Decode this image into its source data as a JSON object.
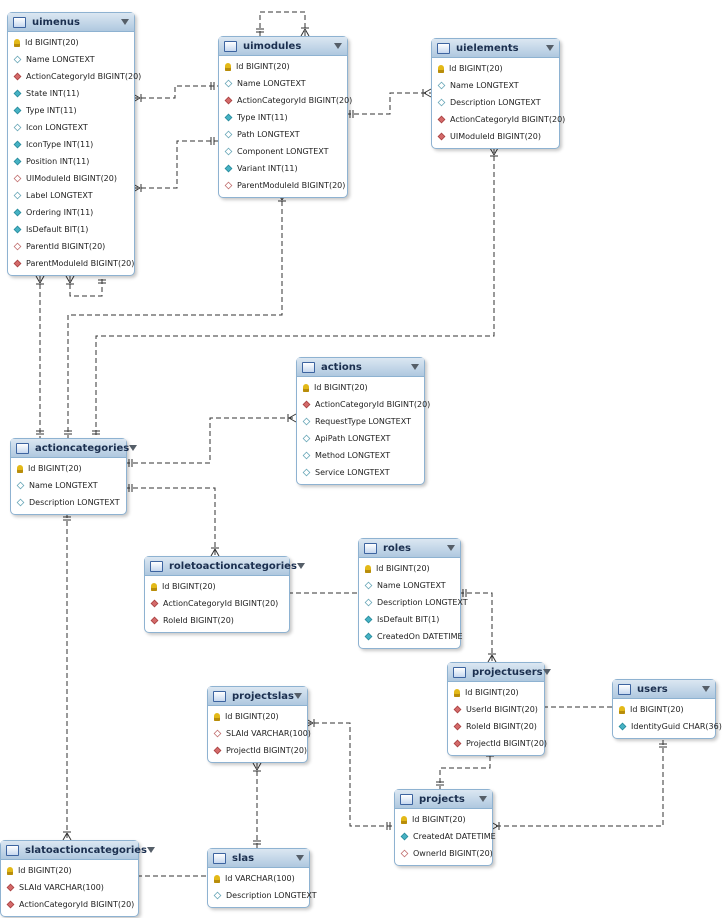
{
  "tables": [
    {
      "id": "uimenus",
      "name": "uimenus",
      "columns": [
        {
          "text": "Id BIGINT(20)",
          "kind": "key"
        },
        {
          "text": "Name LONGTEXT",
          "kind": "null"
        },
        {
          "text": "ActionCategoryId BIGINT(20)",
          "kind": "fk"
        },
        {
          "text": "State INT(11)",
          "kind": "nn"
        },
        {
          "text": "Type INT(11)",
          "kind": "nn"
        },
        {
          "text": "Icon LONGTEXT",
          "kind": "null"
        },
        {
          "text": "IconType INT(11)",
          "kind": "nn"
        },
        {
          "text": "Position INT(11)",
          "kind": "nn"
        },
        {
          "text": "UIModuleId BIGINT(20)",
          "kind": "fknull"
        },
        {
          "text": "Label LONGTEXT",
          "kind": "null"
        },
        {
          "text": "Ordering INT(11)",
          "kind": "nn"
        },
        {
          "text": "IsDefault BIT(1)",
          "kind": "nn"
        },
        {
          "text": "ParentId BIGINT(20)",
          "kind": "fknull"
        },
        {
          "text": "ParentModuleId BIGINT(20)",
          "kind": "fk"
        }
      ]
    },
    {
      "id": "uimodules",
      "name": "uimodules",
      "columns": [
        {
          "text": "Id BIGINT(20)",
          "kind": "key"
        },
        {
          "text": "Name LONGTEXT",
          "kind": "null"
        },
        {
          "text": "ActionCategoryId BIGINT(20)",
          "kind": "fk"
        },
        {
          "text": "Type INT(11)",
          "kind": "nn"
        },
        {
          "text": "Path LONGTEXT",
          "kind": "null"
        },
        {
          "text": "Component LONGTEXT",
          "kind": "null"
        },
        {
          "text": "Variant INT(11)",
          "kind": "nn"
        },
        {
          "text": "ParentModuleId BIGINT(20)",
          "kind": "fknull"
        }
      ]
    },
    {
      "id": "uielements",
      "name": "uielements",
      "columns": [
        {
          "text": "Id BIGINT(20)",
          "kind": "key"
        },
        {
          "text": "Name LONGTEXT",
          "kind": "null"
        },
        {
          "text": "Description LONGTEXT",
          "kind": "null"
        },
        {
          "text": "ActionCategoryId BIGINT(20)",
          "kind": "fk"
        },
        {
          "text": "UIModuleId BIGINT(20)",
          "kind": "fk"
        }
      ]
    },
    {
      "id": "actions",
      "name": "actions",
      "columns": [
        {
          "text": "Id BIGINT(20)",
          "kind": "key"
        },
        {
          "text": "ActionCategoryId BIGINT(20)",
          "kind": "fk"
        },
        {
          "text": "RequestType LONGTEXT",
          "kind": "null"
        },
        {
          "text": "ApiPath LONGTEXT",
          "kind": "null"
        },
        {
          "text": "Method LONGTEXT",
          "kind": "null"
        },
        {
          "text": "Service LONGTEXT",
          "kind": "null"
        }
      ]
    },
    {
      "id": "actioncategories",
      "name": "actioncategories",
      "columns": [
        {
          "text": "Id BIGINT(20)",
          "kind": "key"
        },
        {
          "text": "Name LONGTEXT",
          "kind": "null"
        },
        {
          "text": "Description LONGTEXT",
          "kind": "null"
        }
      ]
    },
    {
      "id": "roletoactioncategories",
      "name": "roletoactioncategories",
      "columns": [
        {
          "text": "Id BIGINT(20)",
          "kind": "key"
        },
        {
          "text": "ActionCategoryId BIGINT(20)",
          "kind": "fk"
        },
        {
          "text": "RoleId BIGINT(20)",
          "kind": "fk"
        }
      ]
    },
    {
      "id": "roles",
      "name": "roles",
      "columns": [
        {
          "text": "Id BIGINT(20)",
          "kind": "key"
        },
        {
          "text": "Name LONGTEXT",
          "kind": "null"
        },
        {
          "text": "Description LONGTEXT",
          "kind": "null"
        },
        {
          "text": "IsDefault BIT(1)",
          "kind": "nn"
        },
        {
          "text": "CreatedOn DATETIME",
          "kind": "nn"
        }
      ]
    },
    {
      "id": "projectusers",
      "name": "projectusers",
      "columns": [
        {
          "text": "Id BIGINT(20)",
          "kind": "key"
        },
        {
          "text": "UserId BIGINT(20)",
          "kind": "fk"
        },
        {
          "text": "RoleId BIGINT(20)",
          "kind": "fk"
        },
        {
          "text": "ProjectId BIGINT(20)",
          "kind": "fk"
        }
      ]
    },
    {
      "id": "users",
      "name": "users",
      "columns": [
        {
          "text": "Id BIGINT(20)",
          "kind": "key"
        },
        {
          "text": "IdentityGuid CHAR(36)",
          "kind": "nn"
        }
      ]
    },
    {
      "id": "projectslas",
      "name": "projectslas",
      "columns": [
        {
          "text": "Id BIGINT(20)",
          "kind": "key"
        },
        {
          "text": "SLAId VARCHAR(100)",
          "kind": "fknull"
        },
        {
          "text": "ProjectId BIGINT(20)",
          "kind": "fk"
        }
      ]
    },
    {
      "id": "projects",
      "name": "projects",
      "columns": [
        {
          "text": "Id BIGINT(20)",
          "kind": "key"
        },
        {
          "text": "CreatedAt DATETIME",
          "kind": "nn"
        },
        {
          "text": "OwnerId BIGINT(20)",
          "kind": "fknull"
        }
      ]
    },
    {
      "id": "slatoactioncategories",
      "name": "slatoactioncategories",
      "columns": [
        {
          "text": "Id BIGINT(20)",
          "kind": "key"
        },
        {
          "text": "SLAId VARCHAR(100)",
          "kind": "fk"
        },
        {
          "text": "ActionCategoryId BIGINT(20)",
          "kind": "fk"
        }
      ]
    },
    {
      "id": "slas",
      "name": "slas",
      "columns": [
        {
          "text": "Id VARCHAR(100)",
          "kind": "key"
        },
        {
          "text": "Description LONGTEXT",
          "kind": "null"
        }
      ]
    }
  ],
  "colors": {
    "header": "#afc8df",
    "border": "#8eb2d1",
    "line": "#333333"
  }
}
